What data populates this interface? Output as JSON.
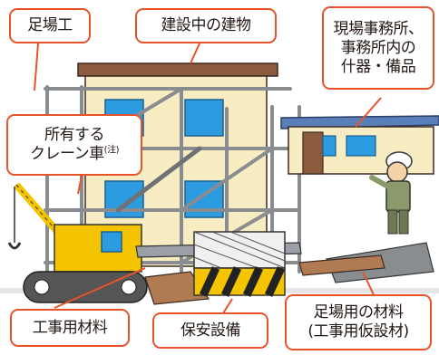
{
  "labels": {
    "scaffold_work": "足場工",
    "building": "建設中の建物",
    "office": "現場事務所、\n事務所内の\n什器・備品",
    "crane_line1": "所有する",
    "crane_line2": "クレーン車",
    "crane_note": "(注)",
    "materials": "工事用材料",
    "safety": "保安設備",
    "scaffold_materials": "足場用の材料\n(工事用仮設材)"
  },
  "colors": {
    "accent_border": "#e8542a",
    "crane_yellow": "#f5c400",
    "window_blue": "#2c9be0",
    "building_wall": "#f8ecc2",
    "roof_brown": "#8c5a3c",
    "scaffold_gray": "#8a8d90",
    "office_roof": "#5a7fb8"
  }
}
